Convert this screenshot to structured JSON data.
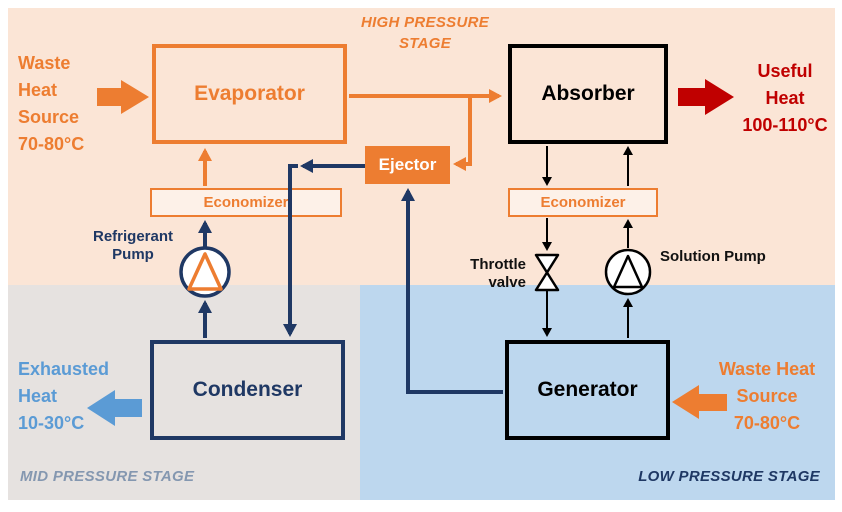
{
  "stages": {
    "high": {
      "lines": [
        "HIGH PRESSURE",
        "STAGE"
      ]
    },
    "mid": {
      "label": "MID PRESSURE STAGE"
    },
    "low": {
      "label": "LOW PRESSURE STAGE"
    }
  },
  "components": {
    "evaporator": {
      "label": "Evaporator"
    },
    "absorber": {
      "label": "Absorber"
    },
    "ejector": {
      "label": "Ejector"
    },
    "economizer_left": {
      "label": "Economizer"
    },
    "economizer_right": {
      "label": "Economizer"
    },
    "condenser": {
      "label": "Condenser"
    },
    "generator": {
      "label": "Generator"
    },
    "refrigerant_pump": {
      "lines": [
        "Refrigerant",
        "Pump"
      ]
    },
    "throttle_valve": {
      "lines": [
        "Throttle",
        "valve"
      ]
    },
    "solution_pump": {
      "label": "Solution Pump"
    }
  },
  "flows": {
    "waste_heat_top": {
      "lines": [
        "Waste",
        "Heat",
        "Source",
        "70-80°C"
      ]
    },
    "useful_heat": {
      "lines": [
        "Useful",
        "Heat",
        "100-110°C"
      ]
    },
    "exhausted_heat": {
      "lines": [
        "Exhausted",
        "Heat",
        "10-30°C"
      ]
    },
    "waste_heat_bottom": {
      "lines": [
        "Waste Heat",
        "Source",
        "70-80°C"
      ]
    }
  },
  "colors": {
    "orange": "#ED7D31",
    "navy": "#1F3864",
    "red": "#C00000",
    "lightblue": "#5B9BD5",
    "graytext": "#8497B0",
    "bghigh": "#FBE5D6",
    "bgmid": "#E6E2E0",
    "bglow": "#BDD7EE"
  }
}
